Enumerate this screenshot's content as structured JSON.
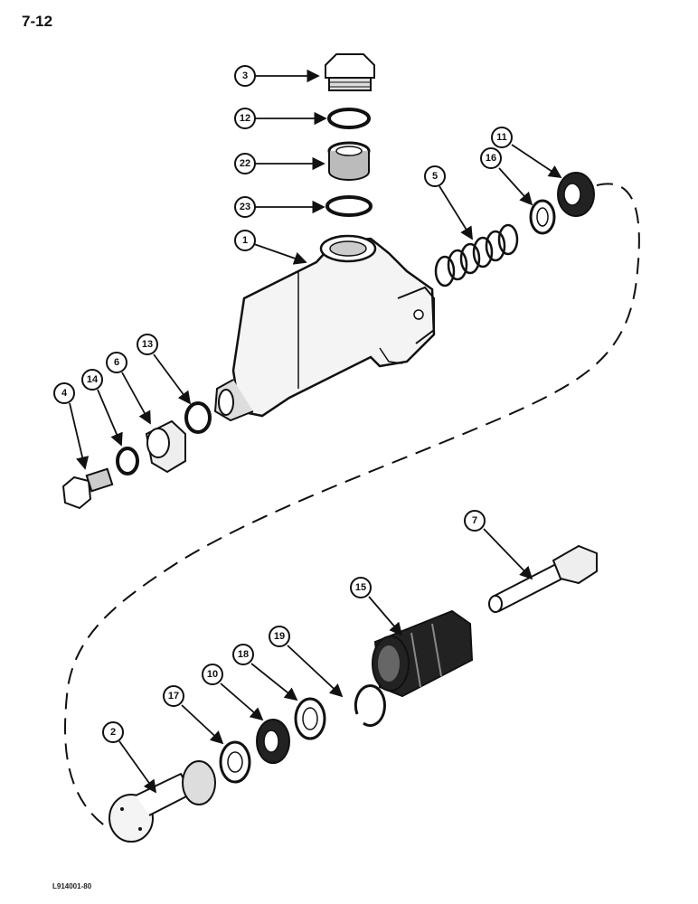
{
  "page_number": "7-12",
  "figure_code": "L914001-80",
  "callouts": [
    {
      "id": "c1",
      "label": "1"
    },
    {
      "id": "c2",
      "label": "2"
    },
    {
      "id": "c3",
      "label": "3"
    },
    {
      "id": "c4",
      "label": "4"
    },
    {
      "id": "c5",
      "label": "5"
    },
    {
      "id": "c6",
      "label": "6"
    },
    {
      "id": "c7",
      "label": "7"
    },
    {
      "id": "c10",
      "label": "10"
    },
    {
      "id": "c11",
      "label": "11"
    },
    {
      "id": "c12",
      "label": "12"
    },
    {
      "id": "c13",
      "label": "13"
    },
    {
      "id": "c14",
      "label": "14"
    },
    {
      "id": "c15",
      "label": "15"
    },
    {
      "id": "c16",
      "label": "16"
    },
    {
      "id": "c17",
      "label": "17"
    },
    {
      "id": "c18",
      "label": "18"
    },
    {
      "id": "c19",
      "label": "19"
    },
    {
      "id": "c22",
      "label": "22"
    },
    {
      "id": "c23",
      "label": "23"
    }
  ]
}
